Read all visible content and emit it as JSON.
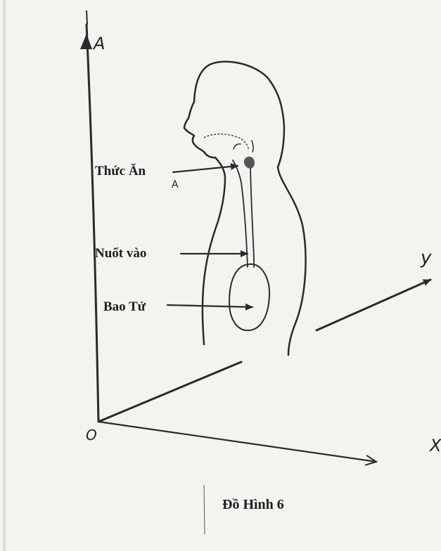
{
  "axes": {
    "vertical_label": "A",
    "origin_label": "O",
    "x_label": "X",
    "y_label": "y"
  },
  "labels": {
    "food": "Thức Ăn",
    "food_marker": "A",
    "swallow": "Nuốt vào",
    "stomach": "Bao Tử"
  },
  "caption": "Đồ Hình 6",
  "colors": {
    "ink": "#2a2a2a",
    "paper": "#f4f3f0"
  }
}
